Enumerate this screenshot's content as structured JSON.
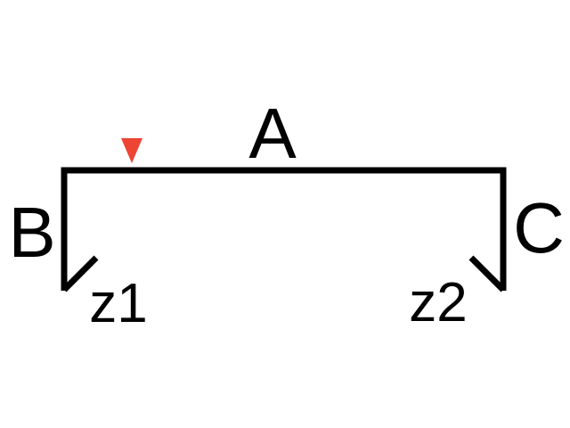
{
  "labels": {
    "top": "A",
    "left": "B",
    "right": "C",
    "left_end": "z1",
    "right_end": "z2"
  },
  "colors": {
    "stroke": "#000000",
    "marker": "#ee4433",
    "background": "#ffffff"
  },
  "marker": {
    "shape": "downward-triangle"
  }
}
